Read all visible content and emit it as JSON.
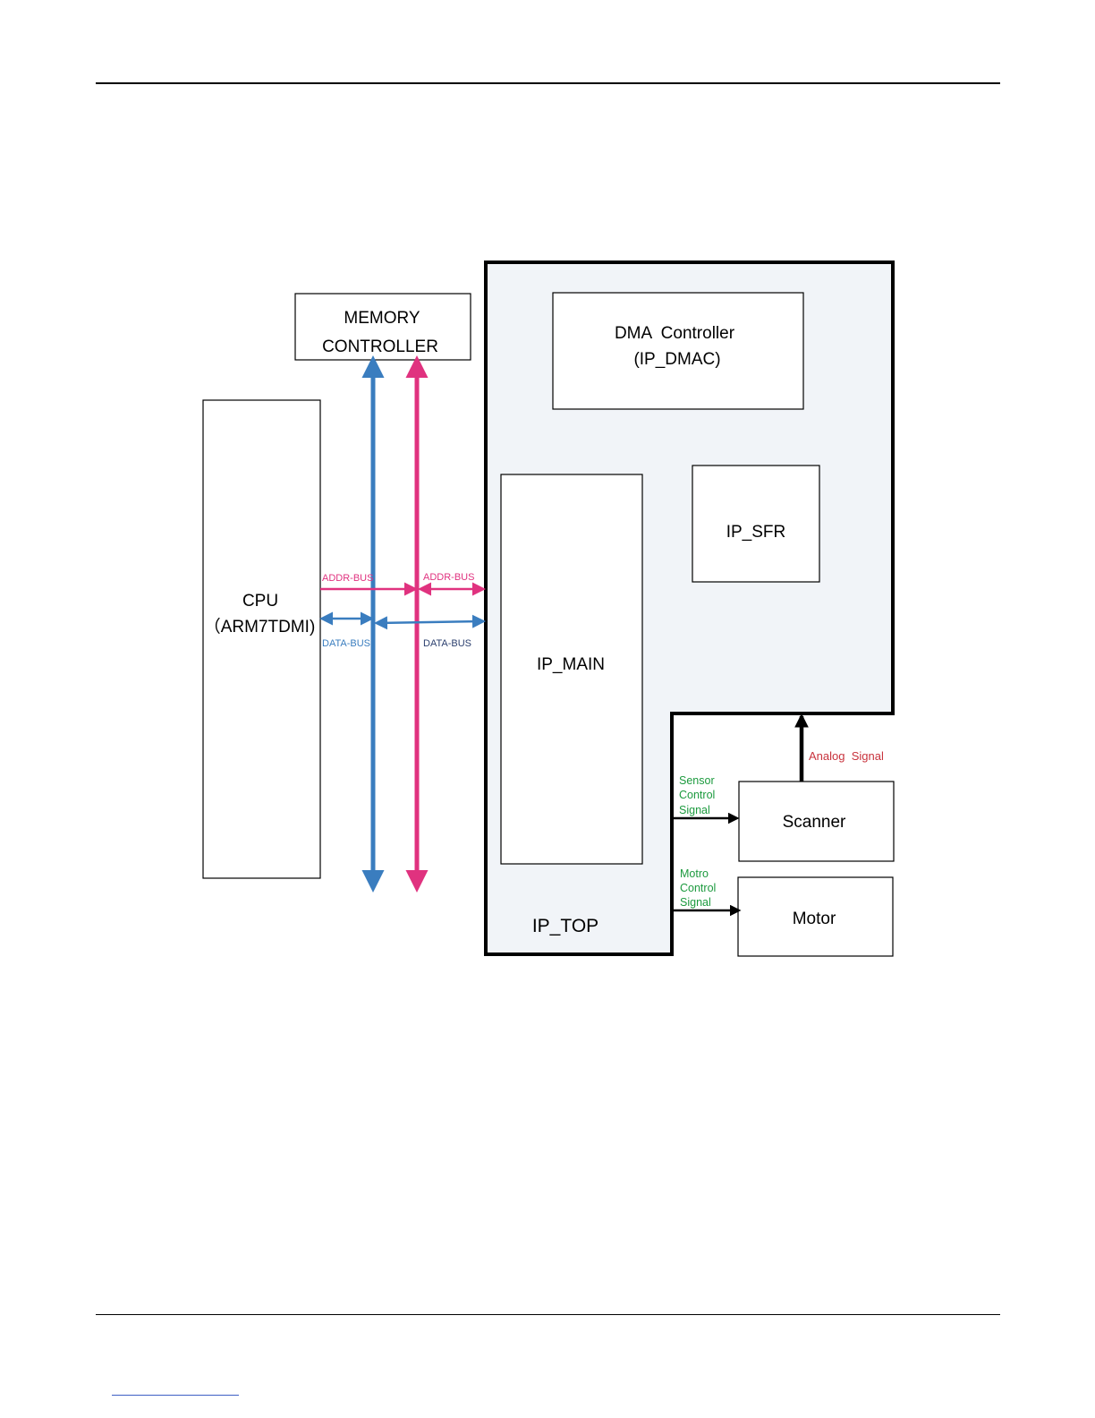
{
  "diagram": {
    "memory_controller": {
      "line1": "MEMORY",
      "line2": "CONTROLLER"
    },
    "cpu": {
      "line1": "CPU",
      "line2": "（ARM7TDMI)"
    },
    "dma": {
      "line1": "DMA  Controller",
      "line2": "(IP_DMAC)"
    },
    "ip_sfr": "IP_SFR",
    "ip_main": "IP_MAIN",
    "ip_top": "IP_TOP",
    "scanner": "Scanner",
    "motor": "Motor",
    "addr_bus_left": "ADDR-BUS",
    "addr_bus_right": "ADDR-BUS",
    "data_bus_left": "DATA-BUS",
    "data_bus_right": "DATA-BUS",
    "analog_signal": "Analog  Signal",
    "sensor_signal": [
      "Sensor",
      "Control",
      "Signal"
    ],
    "motor_signal": [
      "Motro",
      "Control",
      "Signal"
    ]
  },
  "colors": {
    "addr_bus": "#e0327f",
    "data_bus": "#3a7dbf",
    "ip_top_fill": "#f1f4f8",
    "control_signal_text": "#1c9a3e",
    "analog_signal_text": "#c8323c"
  }
}
